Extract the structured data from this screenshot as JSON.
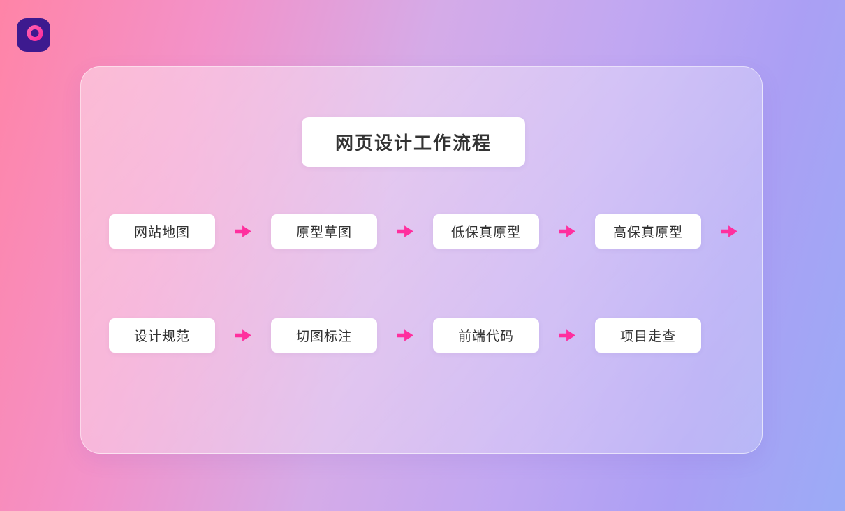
{
  "logo": {
    "name": "pixso-logo",
    "letter": "p",
    "bg_color": "#3d1a8f",
    "mark_color": "#ff3db0"
  },
  "title": "网页设计工作流程",
  "flow": {
    "rows": [
      {
        "steps": [
          "网站地图",
          "原型草图",
          "低保真原型",
          "高保真原型"
        ],
        "trailing_arrow": true
      },
      {
        "steps": [
          "设计规范",
          "切图标注",
          "前端代码",
          "项目走查"
        ],
        "trailing_arrow": false
      }
    ]
  },
  "colors": {
    "arrow": "#ff2f9e",
    "box_text": "#333333"
  }
}
